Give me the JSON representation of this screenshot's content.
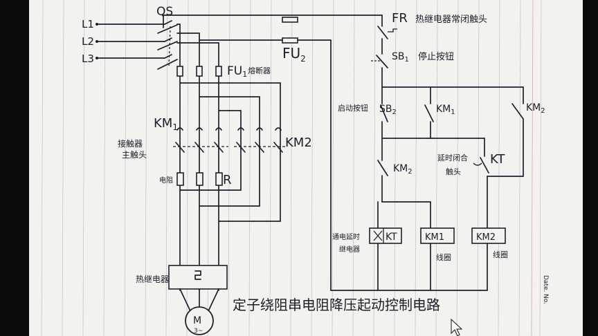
{
  "labels": {
    "l1": "L1",
    "l2": "L2",
    "l3": "L3",
    "qs": "QS",
    "fr": "FR",
    "fr_desc": "热继电器常闭触头",
    "fu2": "FU",
    "fu2_sub": "2",
    "sb1": "SB",
    "sb1_sub": "1",
    "sb1_desc": "停止按钮",
    "fu1": "FU",
    "fu1_sub": "1",
    "fu1_desc": "熔断器",
    "km1_main": "KM",
    "km1_main_sub": "1",
    "km2_main": "KM2",
    "contactor_desc_1": "接触器",
    "contactor_desc_2": "主触头",
    "resistor_desc": "电阻",
    "r": "R",
    "thermal_desc": "热继电器",
    "start_desc": "启动按钮",
    "sb2": "SB",
    "sb2_sub": "2",
    "km1_aux": "KM",
    "km1_aux_sub": "1",
    "km2_aux": "KM",
    "km2_aux_sub": "2",
    "delay_desc_1": "延时闭合",
    "delay_desc_2": "触头",
    "kt_contact": "KT",
    "km2_nc": "KM",
    "km2_nc_sub": "2",
    "relay_desc_1": "通电延时",
    "relay_desc_2": "继电器",
    "kt_coil": "KT",
    "km1_coil": "KM1",
    "km2_coil": "KM2",
    "coil_desc": "线圈",
    "coil_desc_2": "线圈",
    "motor": "M",
    "motor_sub": "3~",
    "title": "定子绕阻串电阻降压起动控制电路",
    "no": "No.",
    "date": "Date."
  },
  "colors": {
    "paper": "#f3f2ee",
    "ink": "#1d1f2c",
    "rule": "#9aa3b8",
    "margin_rule": "#c98b8b",
    "cursor_accent": "#c0392b"
  }
}
